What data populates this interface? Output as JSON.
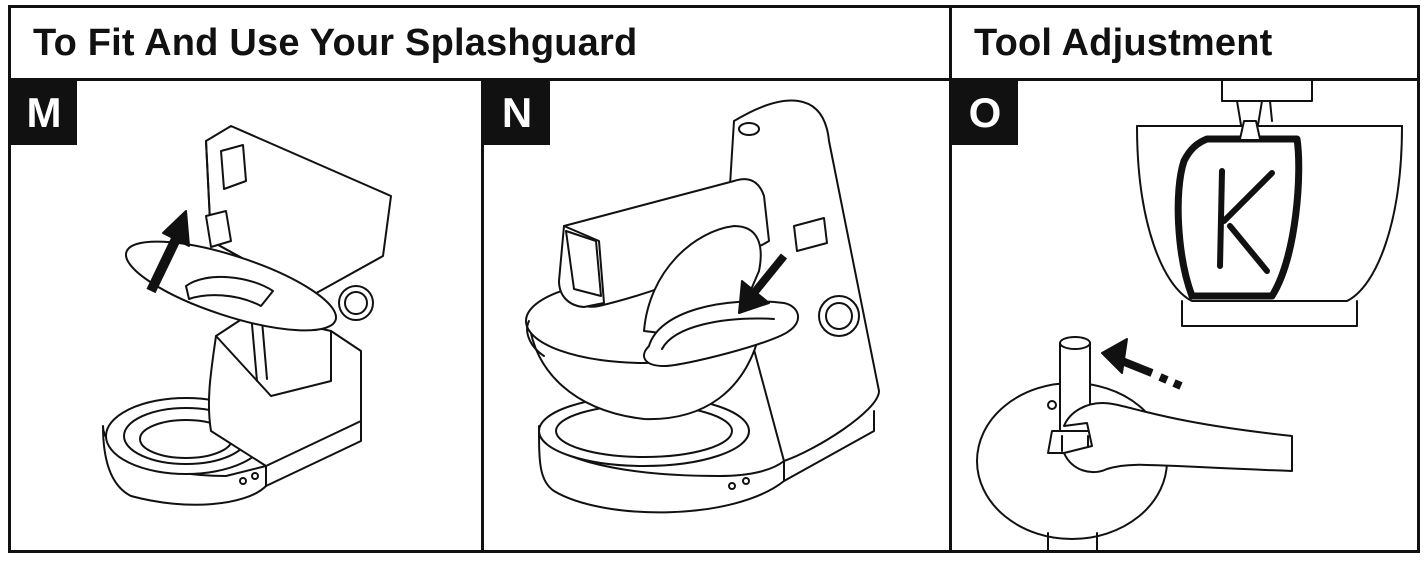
{
  "sections": [
    {
      "title": "To Fit And Use Your Splashguard"
    },
    {
      "title": "Tool Adjustment"
    }
  ],
  "steps": [
    {
      "label": "M",
      "illustration": "splashguard-removal"
    },
    {
      "label": "N",
      "illustration": "splashguard-fitting"
    },
    {
      "label": "O",
      "illustration": "tool-height-adjustment"
    }
  ],
  "colors": {
    "ink": "#111111",
    "paper": "#ffffff"
  }
}
